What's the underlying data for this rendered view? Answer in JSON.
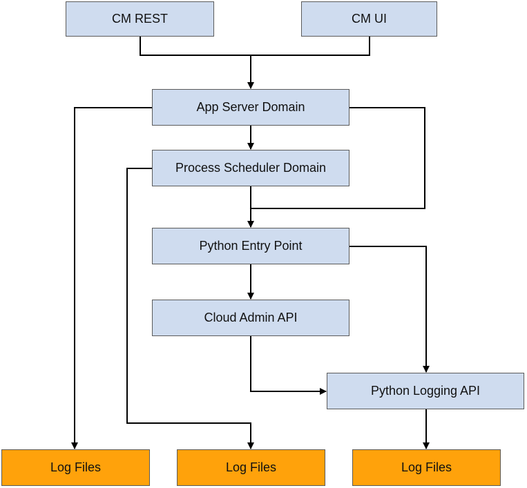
{
  "diagram": {
    "nodes": {
      "cm_rest": "CM REST",
      "cm_ui": "CM UI",
      "app_server_domain": "App Server Domain",
      "process_scheduler_domain": "Process Scheduler Domain",
      "python_entry_point": "Python Entry Point",
      "cloud_admin_api": "Cloud Admin API",
      "python_logging_api": "Python Logging API",
      "log_files_left": "Log Files",
      "log_files_middle": "Log Files",
      "log_files_right": "Log Files"
    },
    "edges": [
      {
        "from": "cm_rest",
        "to": "app_server_domain"
      },
      {
        "from": "cm_ui",
        "to": "app_server_domain"
      },
      {
        "from": "app_server_domain",
        "to": "process_scheduler_domain"
      },
      {
        "from": "app_server_domain",
        "to": "log_files_left"
      },
      {
        "from": "app_server_domain",
        "to": "python_entry_point"
      },
      {
        "from": "process_scheduler_domain",
        "to": "python_entry_point"
      },
      {
        "from": "process_scheduler_domain",
        "to": "log_files_middle"
      },
      {
        "from": "python_entry_point",
        "to": "cloud_admin_api"
      },
      {
        "from": "python_entry_point",
        "to": "python_logging_api"
      },
      {
        "from": "cloud_admin_api",
        "to": "python_logging_api"
      },
      {
        "from": "python_logging_api",
        "to": "log_files_right"
      }
    ],
    "colors": {
      "component_fill": "#cfdcef",
      "log_fill": "#ffa20b",
      "border": "#5a5a5a",
      "line": "#000000"
    }
  }
}
